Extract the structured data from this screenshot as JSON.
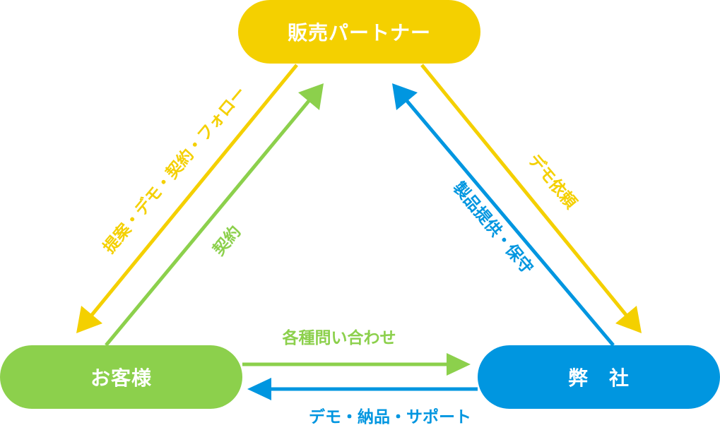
{
  "nodes": {
    "partner": "販売パートナー",
    "customer": "お客様",
    "company": "弊　社"
  },
  "edges": {
    "partner_to_customer": "提案・デモ・契約・フォロー",
    "customer_to_partner": "契約",
    "partner_to_company": "デモ依頼",
    "company_to_partner": "製品提供・保守",
    "customer_to_company": "各種問い合わせ",
    "company_to_customer": "デモ・納品・サポート"
  },
  "colors": {
    "yellow": "#f4d000",
    "green": "#8cd04c",
    "blue": "#0096e0"
  }
}
